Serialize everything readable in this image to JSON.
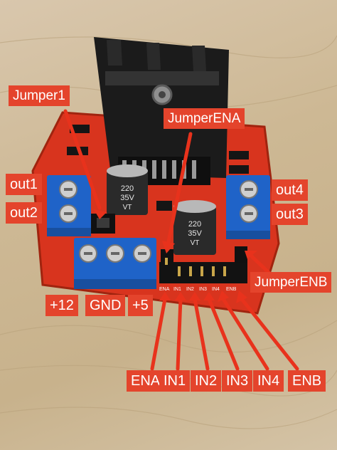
{
  "image": {
    "subject": "L298N dual H-bridge motor driver board",
    "colors": {
      "board": "#d8341e",
      "terminal": "#1f63c8",
      "heatsink": "#1a1a1a",
      "label_bg": "#e4442c",
      "arrow": "#e8321c",
      "wood": "#cdb894"
    }
  },
  "capacitors": [
    {
      "text": "220\n35V\nVT"
    },
    {
      "text": "220\n35V\nVT"
    }
  ],
  "silkscreen": [
    "ENA",
    "IN1",
    "IN2",
    "IN3",
    "IN4",
    "ENB"
  ],
  "labels": {
    "jumper1": "Jumper1",
    "jumper_ena": "JumperENA",
    "out1": "out1",
    "out2": "out2",
    "out4": "out4",
    "out3": "out3",
    "jumper_enb": "JumperENB",
    "power": [
      "+12",
      "GND",
      "+5"
    ],
    "pins": [
      "ENA",
      "IN1",
      "IN2",
      "IN3",
      "IN4",
      "ENB"
    ]
  }
}
